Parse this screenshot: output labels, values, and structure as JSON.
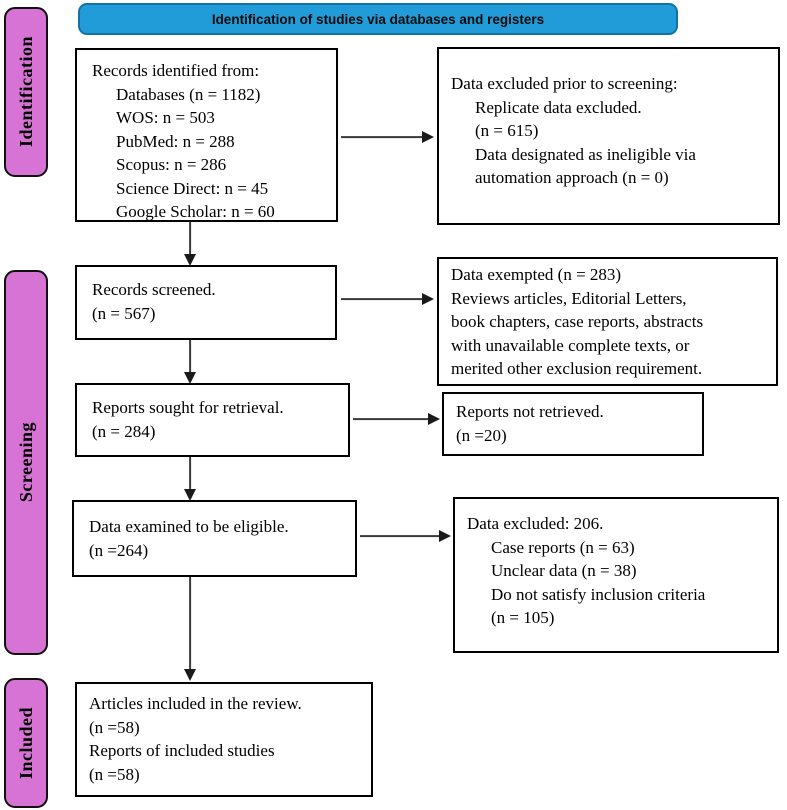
{
  "header": {
    "label": "Identification of studies via databases and registers"
  },
  "colors": {
    "header_bg": "#219CD8",
    "header_border": "#1173A4",
    "stage_bg": "#D873D6",
    "box_border": "#000000",
    "arrow": "#1A1A1A"
  },
  "stages": {
    "identification": "Identification",
    "screening": "Screening",
    "included": "Included"
  },
  "boxes": {
    "records_identified": {
      "lines": [
        "Records identified from:",
        "Databases (n = 1182)",
        "WOS: n = 503",
        "PubMed: n = 288",
        "Scopus: n = 286",
        "Science Direct: n = 45",
        "Google Scholar: n = 60"
      ]
    },
    "excluded_prior": {
      "lines": [
        "Data excluded prior to screening:",
        "Replicate data excluded.",
        "(n = 615)",
        "Data designated as ineligible via",
        "automation approach (n = 0)"
      ]
    },
    "records_screened": {
      "lines": [
        "Records screened.",
        "(n = 567)"
      ]
    },
    "data_exempted": {
      "lines": [
        "Data exempted (n = 283)",
        "Reviews articles, Editorial Letters,",
        "book chapters, case reports, abstracts",
        "with unavailable complete texts, or",
        "merited other exclusion requirement."
      ]
    },
    "reports_sought": {
      "lines": [
        "Reports sought for retrieval.",
        "(n = 284)"
      ]
    },
    "reports_not_retrieved": {
      "lines": [
        "Reports not retrieved.",
        "(n =20)"
      ]
    },
    "data_examined": {
      "lines": [
        "Data examined to be eligible.",
        "(n =264)"
      ]
    },
    "data_excluded": {
      "lines": [
        "Data excluded: 206.",
        "Case reports (n = 63)",
        "Unclear data (n = 38)",
        "Do not satisfy inclusion criteria",
        "(n = 105)"
      ]
    },
    "articles_included": {
      "lines": [
        "Articles included in the review.",
        "(n =58)",
        "Reports of included studies",
        "(n =58)"
      ]
    }
  }
}
